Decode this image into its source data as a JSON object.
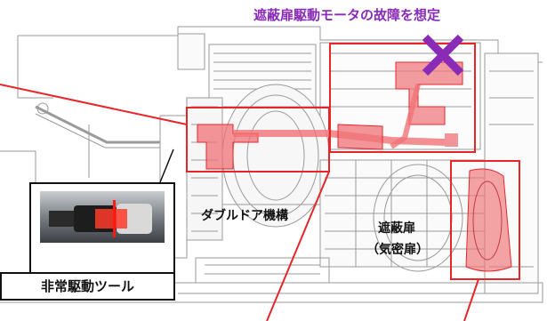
{
  "title": "遮蔽扉駆動モータの故障を想定",
  "labels": {
    "double_door": "ダブルドア機構",
    "shield_door_line1": "遮蔽扉",
    "shield_door_line2": "（気密扉）",
    "emergency_tool": "非常駆動ツール"
  },
  "colors": {
    "highlight": "#e8262a",
    "cross": "#8a2bb8",
    "title": "#8a2bb8"
  }
}
